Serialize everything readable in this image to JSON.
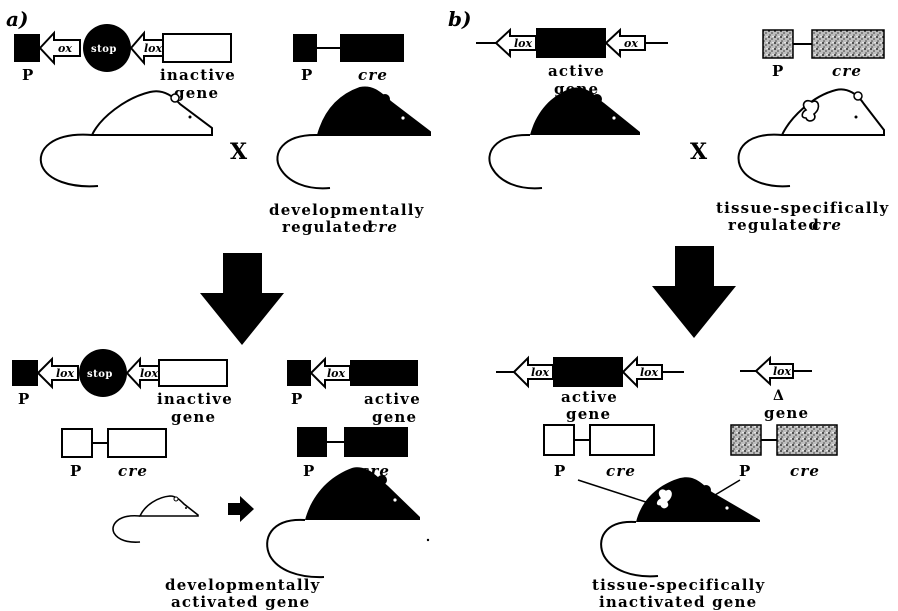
{
  "panels": {
    "a": "a)",
    "b": "b)"
  },
  "symbols": {
    "cross": "X",
    "delta": "Δ",
    "lox": "lox",
    "stop": "stop",
    "loxp": "ox"
  },
  "labels": {
    "P": "P",
    "cre": "cre",
    "inactive": "inactive",
    "active": "active",
    "gene": "gene",
    "developmentally": "developmentally",
    "regulated": "regulated",
    "tissue_specifically": "tissue-specifically",
    "activated_gene": "activated gene",
    "inactivated_gene": "inactivated gene"
  },
  "colors": {
    "ink": "#000000",
    "paper": "#ffffff",
    "stipple": "#b0b0b0"
  }
}
